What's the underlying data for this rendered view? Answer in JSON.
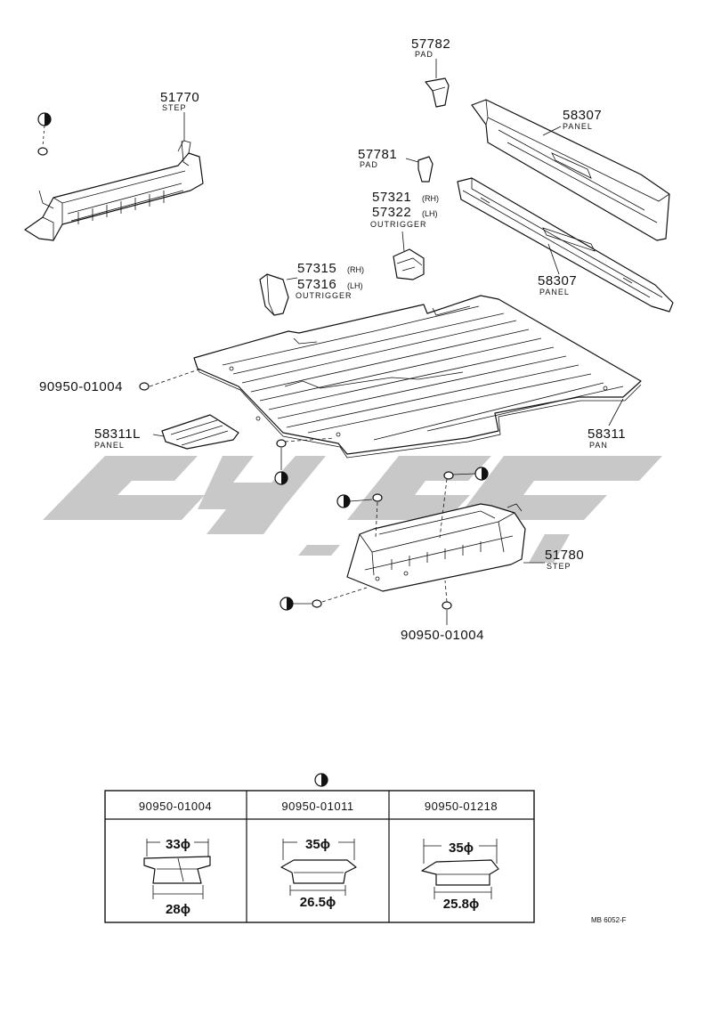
{
  "parts": [
    {
      "id": "p51770",
      "number": "51770",
      "name": "STEP"
    },
    {
      "id": "p57782",
      "number": "57782",
      "name": "PAD"
    },
    {
      "id": "p58307a",
      "number": "58307",
      "name": "PANEL"
    },
    {
      "id": "p57781",
      "number": "57781",
      "name": "PAD"
    },
    {
      "id": "p57321",
      "number": "57321",
      "side": "(RH)"
    },
    {
      "id": "p57322",
      "number": "57322",
      "side": "(LH)",
      "name": "OUTRIGGER"
    },
    {
      "id": "p57315",
      "number": "57315",
      "side": "(RH)"
    },
    {
      "id": "p57316",
      "number": "57316",
      "side": "(LH)",
      "name": "OUTRIGGER"
    },
    {
      "id": "p58307b",
      "number": "58307",
      "name": "PANEL"
    },
    {
      "id": "p90950a",
      "number": "90950-01004"
    },
    {
      "id": "p58311",
      "number": "58311",
      "name": "PAN"
    },
    {
      "id": "p58311L",
      "number": "58311L",
      "name": "PANEL"
    },
    {
      "id": "p51780",
      "number": "51780",
      "name": "STEP"
    },
    {
      "id": "p90950b",
      "number": "90950-01004"
    }
  ],
  "plug_table": {
    "columns": [
      {
        "part": "90950-01004",
        "top_dim": "33ϕ",
        "bottom_dim": "28ϕ"
      },
      {
        "part": "90950-01011",
        "top_dim": "35ϕ",
        "bottom_dim": "26.5ϕ"
      },
      {
        "part": "90950-01218",
        "top_dim": "35ϕ",
        "bottom_dim": "25.8ϕ"
      }
    ]
  },
  "figure_code": "MB 6052-F",
  "icons": {
    "plug": "half-filled-circle-icon",
    "watermark": "brand-watermark-logo"
  },
  "colors": {
    "ink": "#111111",
    "watermark": "#c8c8c8"
  }
}
